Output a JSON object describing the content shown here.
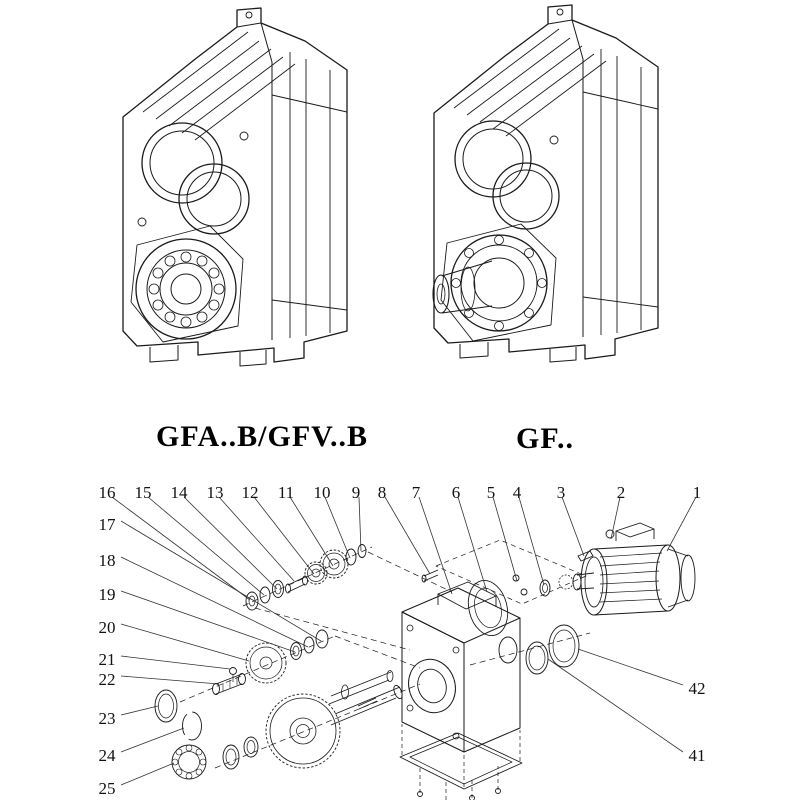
{
  "models": {
    "left": "GFA..B/GFV..B",
    "right": "GF.."
  },
  "parts": {
    "top_row": [
      "16",
      "15",
      "14",
      "13",
      "12",
      "11",
      "10",
      "9",
      "8",
      "7",
      "6",
      "5",
      "4",
      "3",
      "2",
      "1"
    ],
    "left_col": [
      "17",
      "18",
      "19",
      "20",
      "21",
      "22",
      "23",
      "24",
      "25"
    ],
    "right_col": [
      "42",
      "41"
    ]
  }
}
